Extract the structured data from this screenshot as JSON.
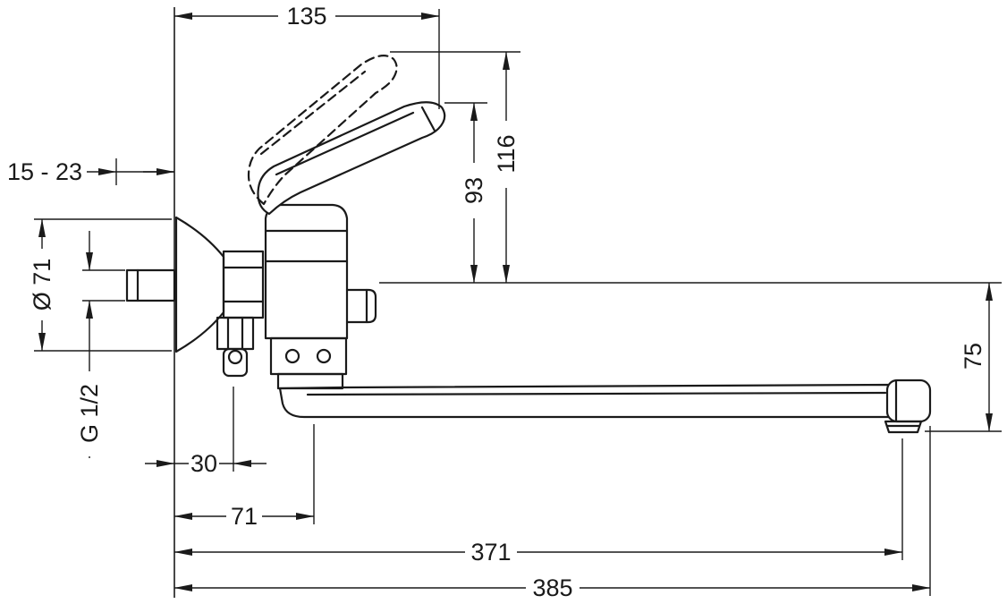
{
  "diagram": {
    "subject": "Wall-mounted single-lever bath mixer - technical dimension drawing",
    "unit": "mm",
    "labels": {
      "top_width": "135",
      "wall_depth_range": "15 - 23",
      "escutcheon_diameter": "Ø 71",
      "connection_thread": "G 1/2",
      "handle_height_solid": "93",
      "handle_height_raised": "116",
      "spout_drop": "75",
      "outlet_offset": "30",
      "pivot_offset": "71",
      "spout_reach": "371",
      "overall_reach": "385"
    },
    "colors": {
      "line": "#1a1a1a",
      "background": "#ffffff"
    }
  }
}
